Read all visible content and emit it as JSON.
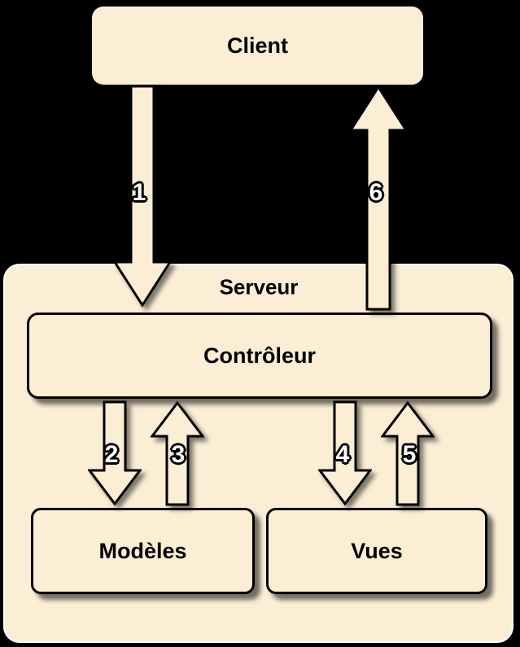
{
  "colors": {
    "background": "#000000",
    "shape_fill": "#FBEED5",
    "shape_border": "#000000",
    "server_border": "#FFFFFF",
    "number_text": "#FFFFFF"
  },
  "diagram": {
    "nodes": {
      "client": {
        "label": "Client"
      },
      "server": {
        "label": "Serveur"
      },
      "controller": {
        "label": "Contrôleur"
      },
      "models": {
        "label": "Modèles"
      },
      "views": {
        "label": "Vues"
      }
    },
    "arrows": [
      {
        "label": "1",
        "direction": "down",
        "from": "Client",
        "to": "Contrôleur"
      },
      {
        "label": "2",
        "direction": "down",
        "from": "Contrôleur",
        "to": "Modèles"
      },
      {
        "label": "3",
        "direction": "up",
        "from": "Modèles",
        "to": "Contrôleur"
      },
      {
        "label": "4",
        "direction": "down",
        "from": "Contrôleur",
        "to": "Vues"
      },
      {
        "label": "5",
        "direction": "up",
        "from": "Vues",
        "to": "Contrôleur"
      },
      {
        "label": "6",
        "direction": "up",
        "from": "Contrôleur",
        "to": "Client"
      }
    ]
  }
}
